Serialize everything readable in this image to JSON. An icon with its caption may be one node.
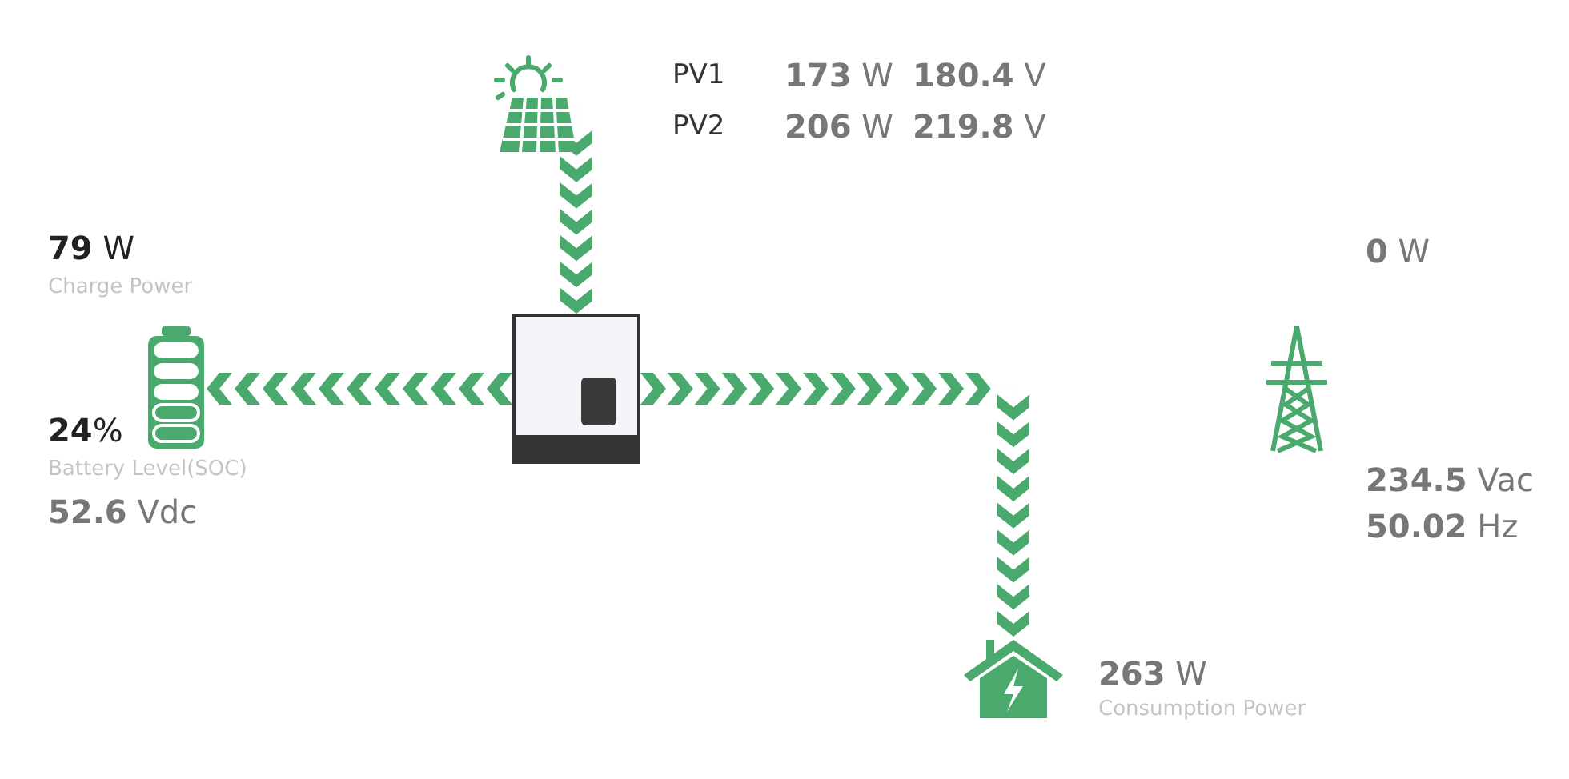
{
  "diagram": {
    "nodes": [
      {
        "text": [],
        "shape": "solar-panel",
        "beside": [
          "PV1",
          "**173** W",
          "**180.4** V",
          "PV2",
          "**206** W",
          "**219.8** V"
        ]
      },
      {
        "text": [],
        "shape": "battery",
        "beside": [
          "**79** W",
          "Charge Power",
          "**24**%",
          "Battery Level(SOC)",
          "**52.6** Vdc"
        ]
      },
      {
        "text": [],
        "shape": "box"
      },
      {
        "text": [],
        "shape": "pylon",
        "beside": [
          "**0** W",
          "**234.5** Vac",
          "**50.02** Hz"
        ]
      },
      {
        "text": [],
        "shape": "house",
        "beside": [
          "**263** W",
          "Consumption Power"
        ]
      }
    ],
    "edges": [
      {
        "from": 0,
        "to": 2,
        "arrow": "to"
      },
      {
        "from": 2,
        "to": 1,
        "arrow": "to"
      },
      {
        "from": 2,
        "to": 4,
        "arrow": "to"
      }
    ]
  }
}
